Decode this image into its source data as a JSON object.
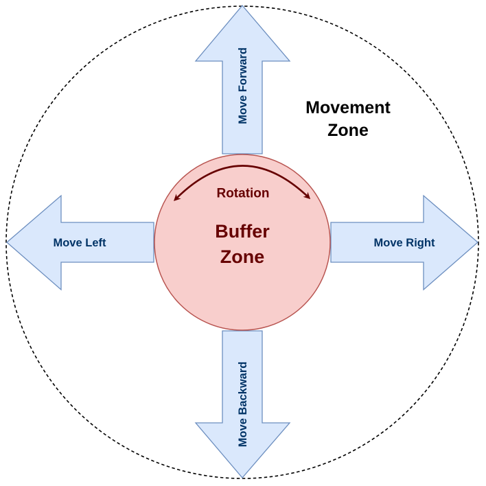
{
  "diagram": {
    "movement_zone": {
      "label_lines": [
        "Movement",
        "Zone"
      ],
      "border_style": "dashed",
      "border_color": "#000000"
    },
    "buffer_zone": {
      "label_lines": [
        "Buffer",
        "Zone"
      ],
      "fill_color": "#f8cecc",
      "stroke_color": "#b85450",
      "text_color": "#660000"
    },
    "rotation": {
      "label": "Rotation",
      "arrow_style": "double-headed-arc",
      "color": "#660000"
    },
    "arrows": {
      "fill_color": "#dae8fc",
      "stroke_color": "#6c8ebf",
      "text_color": "#003366",
      "forward": {
        "label": "Move Forward",
        "direction": "up"
      },
      "backward": {
        "label": "Move Backward",
        "direction": "down"
      },
      "left": {
        "label": "Move Left",
        "direction": "left"
      },
      "right": {
        "label": "Move Right",
        "direction": "right"
      }
    }
  }
}
